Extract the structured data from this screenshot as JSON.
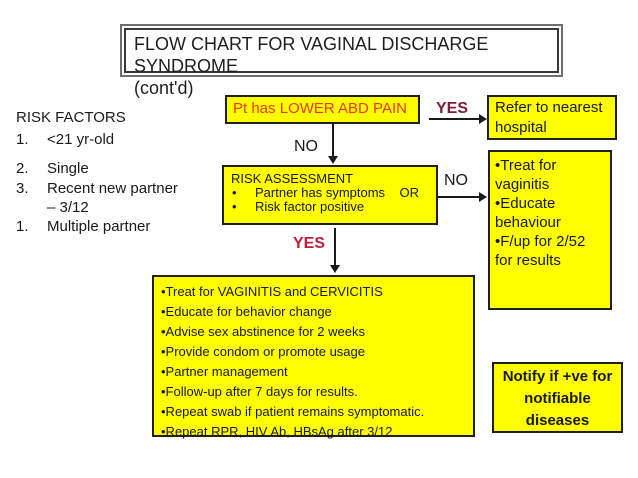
{
  "title": {
    "text": "FLOW CHART FOR VAGINAL DISCHARGE SYNDROME\n(cont'd)"
  },
  "risk_factors": {
    "heading": "RISK FACTORS",
    "items": [
      {
        "num": "1.",
        "text": "<21 yr-old"
      },
      {
        "num": "2.",
        "text": "Single"
      },
      {
        "num": "3.",
        "text": "Recent new partner\n– 3/12"
      },
      {
        "num": "1.",
        "text": "Multiple partner"
      }
    ]
  },
  "flow": {
    "pt_pain_box": {
      "label": "Pt has LOWER ABD PAIN"
    },
    "labels": {
      "yes_top": "YES",
      "no_top": "NO",
      "no_right": "NO",
      "yes_bottom": "YES"
    },
    "hospital_box": {
      "label": "Refer to nearest\nhospital"
    },
    "risk_assessment_box": {
      "heading": "RISK ASSESSMENT",
      "bullet": "•",
      "items": [
        "Partner has symptoms    OR",
        "Risk factor positive"
      ]
    },
    "vaginitis_box": {
      "items": [
        "•Treat for\nvaginitis",
        "•Educate\nbehaviour",
        "•F/up for 2/52\nfor results"
      ]
    },
    "treatment_box": {
      "items": [
        "•Treat for VAGINITIS and CERVICITIS",
        "•Educate for behavior change",
        "•Advise sex abstinence for 2 weeks",
        "•Provide condom or promote usage",
        "•Partner management",
        "•Follow-up after 7 days for results.",
        "•Repeat swab if patient remains symptomatic.",
        "•Repeat RPR, HIV Ab, HBsAg after 3/12"
      ]
    },
    "notify_box": {
      "label": "Notify if +ve for\nnotifiable\ndiseases"
    }
  },
  "colors": {
    "box_fill": "#FEFE00",
    "box_border": "#1F1F1F",
    "red_text": "#EB3719",
    "yes_top_color": "#801A3E",
    "yes_bottom_color": "#C21E38",
    "arrow_color": "#1A1A1A"
  }
}
